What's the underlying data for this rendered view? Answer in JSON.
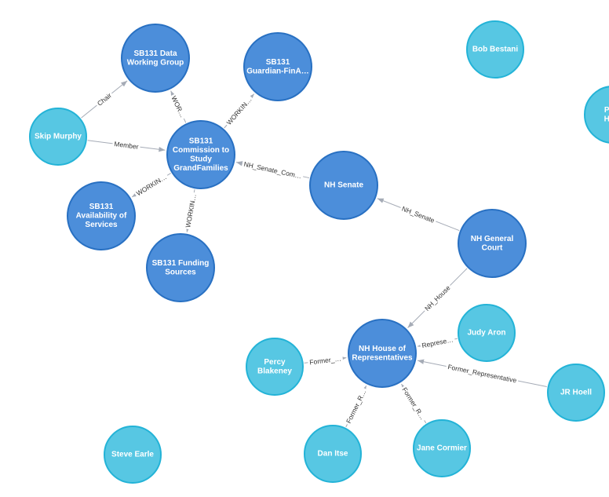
{
  "colors": {
    "node_dark_fill": "#4c8eda",
    "node_dark_stroke": "#2870c2",
    "node_light_fill": "#57c7e3",
    "node_light_stroke": "#23b3d7",
    "edge": "#a5abb6"
  },
  "nodes": [
    {
      "id": "sb131-dwg",
      "label": "SB131 Data Working Group",
      "kind": "dark"
    },
    {
      "id": "sb131-gfa",
      "label": "SB131 Guardian-FinA…",
      "kind": "dark"
    },
    {
      "id": "sb131-comm",
      "label": "SB131 Commission to Study GrandFamilies",
      "kind": "dark"
    },
    {
      "id": "sb131-avail",
      "label": "SB131 Availability of Services",
      "kind": "dark"
    },
    {
      "id": "sb131-fund",
      "label": "SB131 Funding Sources",
      "kind": "dark"
    },
    {
      "id": "nh-senate",
      "label": "NH Senate",
      "kind": "dark"
    },
    {
      "id": "nh-court",
      "label": "NH General Court",
      "kind": "dark"
    },
    {
      "id": "nh-house",
      "label": "NH House of Representatives",
      "kind": "dark"
    },
    {
      "id": "skip",
      "label": "Skip Murphy",
      "kind": "light"
    },
    {
      "id": "bob",
      "label": "Bob Bestani",
      "kind": "light"
    },
    {
      "id": "pa",
      "label": "Pa… Hy…",
      "kind": "light"
    },
    {
      "id": "judy",
      "label": "Judy Aron",
      "kind": "light"
    },
    {
      "id": "percy",
      "label": "Percy Blakeney",
      "kind": "light"
    },
    {
      "id": "jr",
      "label": "JR Hoell",
      "kind": "light"
    },
    {
      "id": "dan",
      "label": "Dan Itse",
      "kind": "light"
    },
    {
      "id": "jane",
      "label": "Jane Cormier",
      "kind": "light"
    },
    {
      "id": "steve",
      "label": "Steve Earle",
      "kind": "light"
    }
  ],
  "edges": [
    {
      "from": "skip",
      "to": "sb131-dwg",
      "label": "Chair"
    },
    {
      "from": "skip",
      "to": "sb131-comm",
      "label": "Member"
    },
    {
      "from": "sb131-comm",
      "to": "sb131-dwg",
      "label": "WOR…"
    },
    {
      "from": "sb131-comm",
      "to": "sb131-gfa",
      "label": "WORKIN…"
    },
    {
      "from": "sb131-comm",
      "to": "sb131-avail",
      "label": "WORKIN…"
    },
    {
      "from": "sb131-comm",
      "to": "sb131-fund",
      "label": "WORKIN…"
    },
    {
      "from": "nh-senate",
      "to": "sb131-comm",
      "label": "NH_Senate_Com…"
    },
    {
      "from": "nh-court",
      "to": "nh-senate",
      "label": "NH_Senate"
    },
    {
      "from": "nh-court",
      "to": "nh-house",
      "label": "NH_House"
    },
    {
      "from": "judy",
      "to": "nh-house",
      "label": "Represe…"
    },
    {
      "from": "percy",
      "to": "nh-house",
      "label": "Former_…"
    },
    {
      "from": "jr",
      "to": "nh-house",
      "label": "Former_Representative"
    },
    {
      "from": "dan",
      "to": "nh-house",
      "label": "Former_R…"
    },
    {
      "from": "jane",
      "to": "nh-house",
      "label": "Former_R…"
    }
  ]
}
